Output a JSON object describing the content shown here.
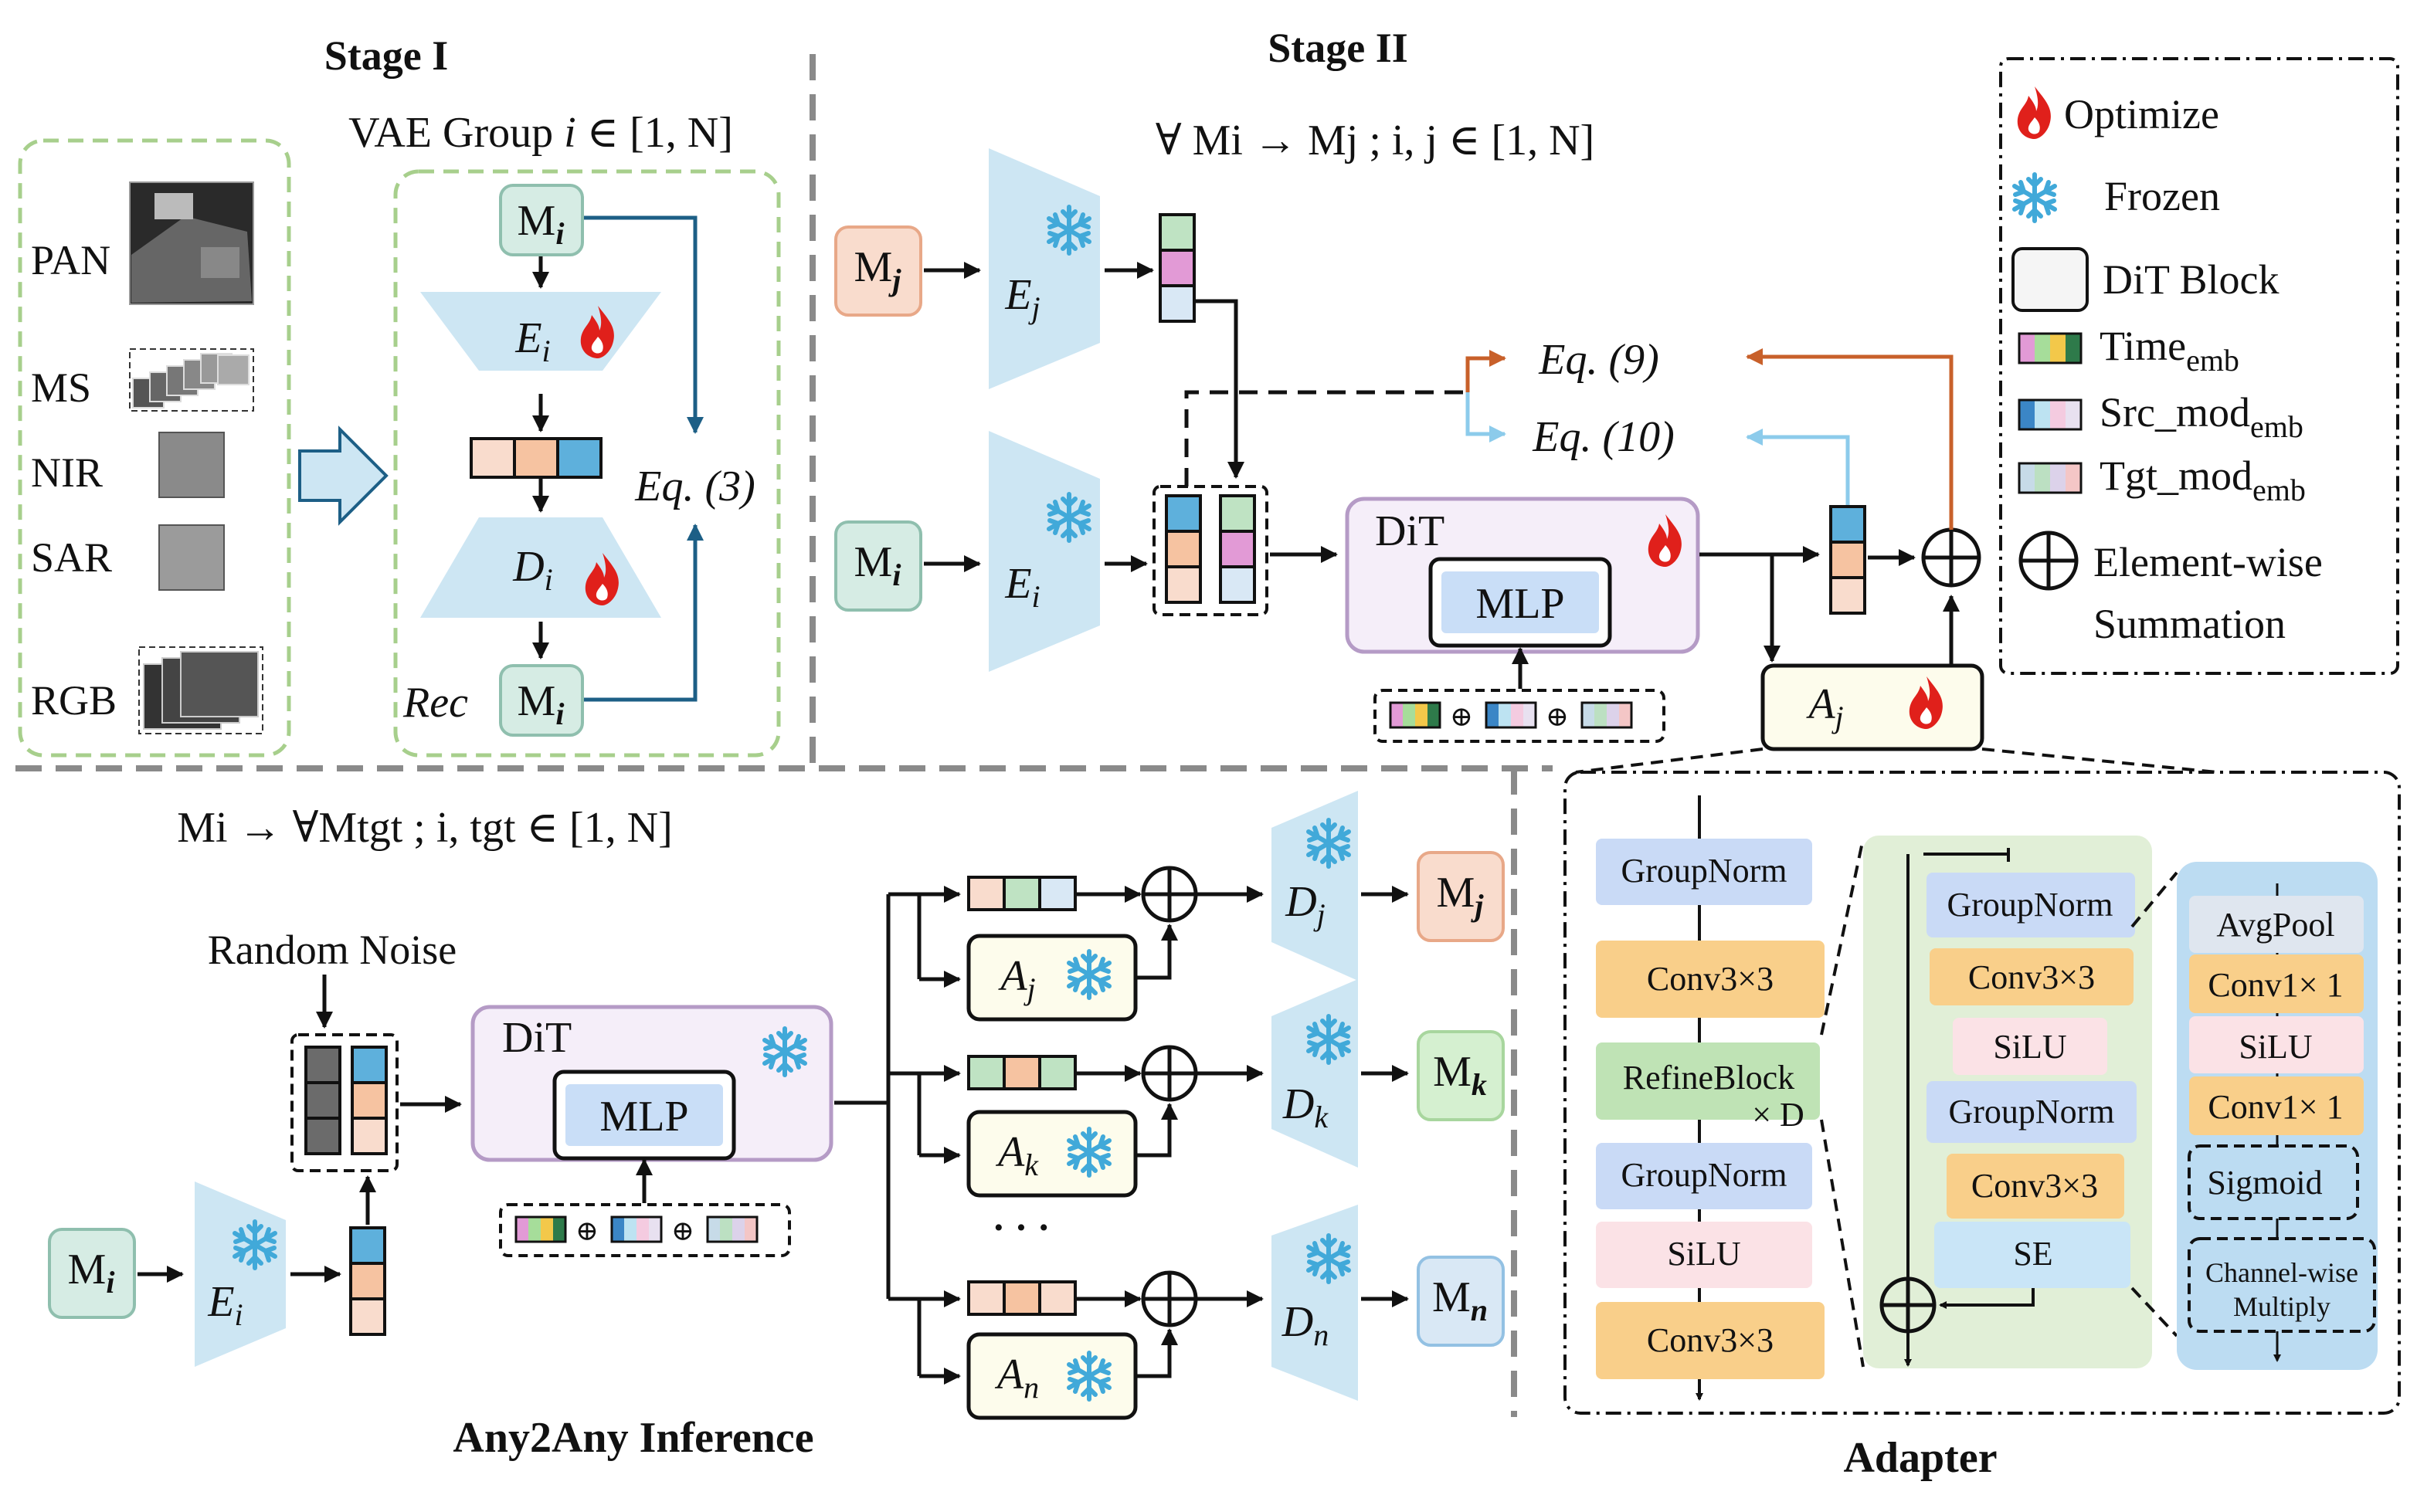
{
  "stage1": {
    "title": "Stage I",
    "vae_group_prefix": "VAE Group ",
    "vae_group_var": "i",
    "vae_group_range": " ∈ [1, N]",
    "modalities": [
      "PAN",
      "MS",
      "NIR",
      "SAR",
      "RGB"
    ],
    "m_label": "M",
    "m_sub": "i",
    "encoder": "E",
    "encoder_sub": "i",
    "decoder": "D",
    "decoder_sub": "i",
    "rec_label": "Rec",
    "eq3": "Eq. (3)"
  },
  "stage2": {
    "title": "Stage II",
    "mapping_text": "∀ Mi → Mj ; i, j ∈ [1, N]",
    "mj_label": "M",
    "mj_sub": "j",
    "mi_label": "M",
    "mi_sub": "i",
    "ej_label": "E",
    "ej_sub": "j",
    "ei_label": "E",
    "ei_sub": "i",
    "dit_label": "DiT",
    "mlp_label": "MLP",
    "aj_label": "A",
    "aj_sub": "j",
    "eq9": "Eq. (9)",
    "eq10": "Eq. (10)"
  },
  "legend": {
    "optimize": "Optimize",
    "frozen": "Frozen",
    "dit_block": "DiT Block",
    "time_emb": "Time",
    "time_emb_sub": "emb",
    "src_emb": "Src_mod",
    "src_emb_sub": "emb",
    "tgt_emb": "Tgt_mod",
    "tgt_emb_sub": "emb",
    "sum_line1": "Element-wise",
    "sum_line2": "Summation"
  },
  "inference": {
    "mapping_text": "Mi → ∀Mtgt ; i, tgt ∈ [1, N]",
    "random_noise": "Random Noise",
    "dit_label": "DiT",
    "mlp_label": "MLP",
    "mi_label": "M",
    "mi_sub": "i",
    "ei_label": "E",
    "ei_sub": "i",
    "adapters": [
      {
        "name": "A",
        "sub": "j",
        "decoder": "D",
        "dsub": "j",
        "target": "M",
        "tsub": "j"
      },
      {
        "name": "A",
        "sub": "k",
        "decoder": "D",
        "dsub": "k",
        "target": "M",
        "tsub": "k"
      },
      {
        "name": "A",
        "sub": "n",
        "decoder": "D",
        "dsub": "n",
        "target": "M",
        "tsub": "n"
      }
    ],
    "ellipsis": "· · ·",
    "caption": "Any2Any Inference"
  },
  "adapter": {
    "caption": "Adapter",
    "main_blocks": [
      "GroupNorm",
      "Conv3×3",
      "RefineBlock",
      "GroupNorm",
      "SiLU",
      "Conv3×3"
    ],
    "refine_repeat": "× D",
    "refine_blocks": [
      "GroupNorm",
      "Conv3×3",
      "SiLU",
      "GroupNorm",
      "Conv3×3",
      "SE"
    ],
    "se_blocks": [
      "AvgPool",
      "Conv1× 1",
      "SiLU",
      "Conv1× 1",
      "Sigmoid"
    ],
    "channel_mult_line1": "Channel-wise",
    "channel_mult_line2": "Multiply"
  },
  "colors": {
    "green_dash": "#a7cf8c",
    "gray_dash": "#8a8a8a",
    "teal_box": "#d6ece4",
    "teal_border": "#8fbfae",
    "peach_box": "#f9dccd",
    "peach_border": "#e8a888",
    "trap_blue": "#cde6f3",
    "arrow_dark_blue": "#1d5f86",
    "arrow_orange": "#c8602a",
    "arrow_light_blue": "#8ccbeb",
    "dit_fill": "#f5eef9",
    "dit_border": "#b59bc6",
    "mlp_fill": "#c9def7",
    "gn_fill": "#c9daf6",
    "conv_fill": "#f9cf8a",
    "silu_fill": "#fbe2e6",
    "refine_fill": "#bfe3b5",
    "refine_panel": "#e1efd7",
    "se_panel": "#bcdcf2",
    "adapter_fill": "#fdfcec",
    "fire": "#e0201b",
    "snow": "#41a9d9"
  }
}
